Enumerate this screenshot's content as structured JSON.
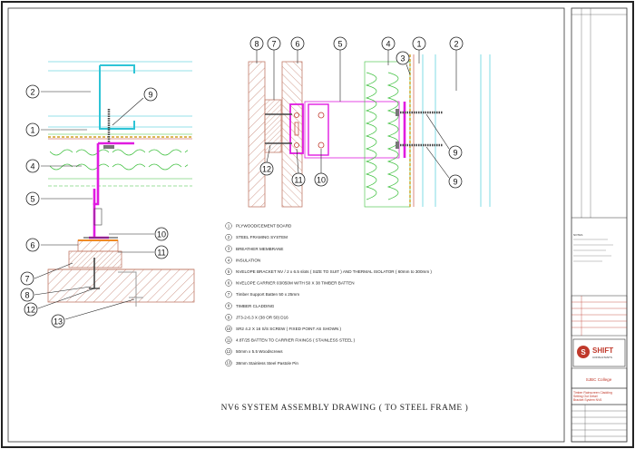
{
  "drawing": {
    "title": "NV6 SYSTEM ASSEMBLY DRAWING ( TO STEEL FRAME )"
  },
  "section_a_callouts": [
    "2",
    "9",
    "1",
    "4",
    "5",
    "10",
    "6",
    "11",
    "7",
    "8",
    "12",
    "13"
  ],
  "section_b_callouts": [
    "8",
    "7",
    "6",
    "5",
    "4",
    "1",
    "2",
    "3",
    "12",
    "11",
    "10",
    "9",
    "9"
  ],
  "legend": [
    {
      "num": "1",
      "text": "PLYWOOD/CEMENT BOARD"
    },
    {
      "num": "2",
      "text": "STEEL FRAMING SYSTEM"
    },
    {
      "num": "3",
      "text": "BREATHER MEMBRANE"
    },
    {
      "num": "4",
      "text": "INSULATION"
    },
    {
      "num": "5",
      "text": "NVELOPE BRACKET NV / 2 x 6.5 slots ( SIZE TO SUIT ) AND THERMAL ISOLATOR ( 60mm to 300mm )"
    },
    {
      "num": "6",
      "text": "NVELOPE CARRIER 03/050M WITH 50 X 38 TIMBER BATTEN"
    },
    {
      "num": "7",
      "text": "Timber Support Batten 50 x 25mm"
    },
    {
      "num": "8",
      "text": "TIMBER CLADDING"
    },
    {
      "num": "9",
      "text": "JT3-2-6.3 X (38 OR 50) D16"
    },
    {
      "num": "10",
      "text": "SR2 4.2 X 16 S/S SCREW ( FIXED POINT AS SHOWN )"
    },
    {
      "num": "11",
      "text": "4.8T/25 BATTEN TO CARRIER FIXINGS ( STAINLESS STEEL )"
    },
    {
      "num": "12",
      "text": "50mm x 5.5 Woodscrews"
    },
    {
      "num": "13",
      "text": "38mm Stainless Steel Pastole Pin"
    }
  ],
  "title_block": {
    "logo": "SHIFT",
    "logo_sub": "CONSULTANTS",
    "client": "SJBC College",
    "drawing_name": "Timber Rainscreen Cladding Setting Out Detail Bracket System NV6"
  },
  "colors": {
    "magenta": "#e01be0",
    "cyan": "#2ec4d6",
    "green": "#3bbf3b",
    "orange": "#f08a24",
    "red": "#c0392b",
    "hatch": "#c27c6a"
  }
}
